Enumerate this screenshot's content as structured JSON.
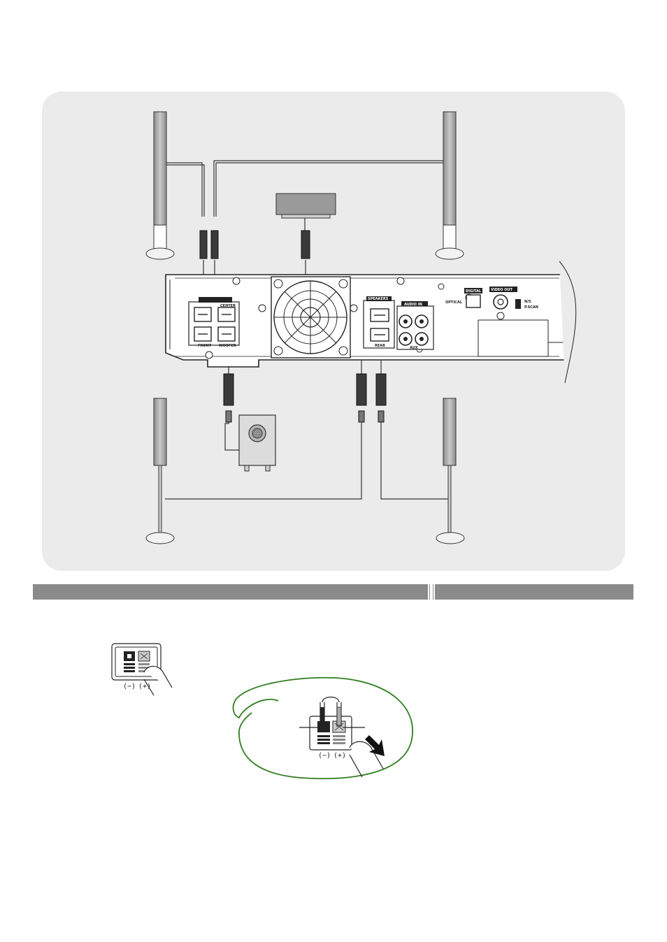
{
  "receiver": {
    "speakers_label_front": "SPEAKERS",
    "center_label": "CENTER",
    "front_right_label": "FRONT",
    "subwoofer_label": "WOOFER",
    "rear_speakers_label": "SPEAKERS",
    "rear_label": "REAR",
    "audio_in_label": "AUDIO IN",
    "aux_label": "AUX",
    "digital_in_label": "DIGITAL IN",
    "optical_label": "OPTICAL",
    "video_out_label": "VIDEO OUT",
    "switch_top_label": "N/S",
    "switch_bottom_label": "P.SCAN"
  },
  "terminal_small": {
    "minus_label": "(−)",
    "plus_label": "(+)"
  },
  "terminal_zoom": {
    "minus_label": "(−)",
    "plus_label": "(+)"
  },
  "colors": {
    "panel_bg": "#ebebeb",
    "section_bar": "#8a8a8a",
    "highlight_loop": "#2f7d1f",
    "speaker_fill": "#a8a8a8",
    "line": "#222222"
  }
}
